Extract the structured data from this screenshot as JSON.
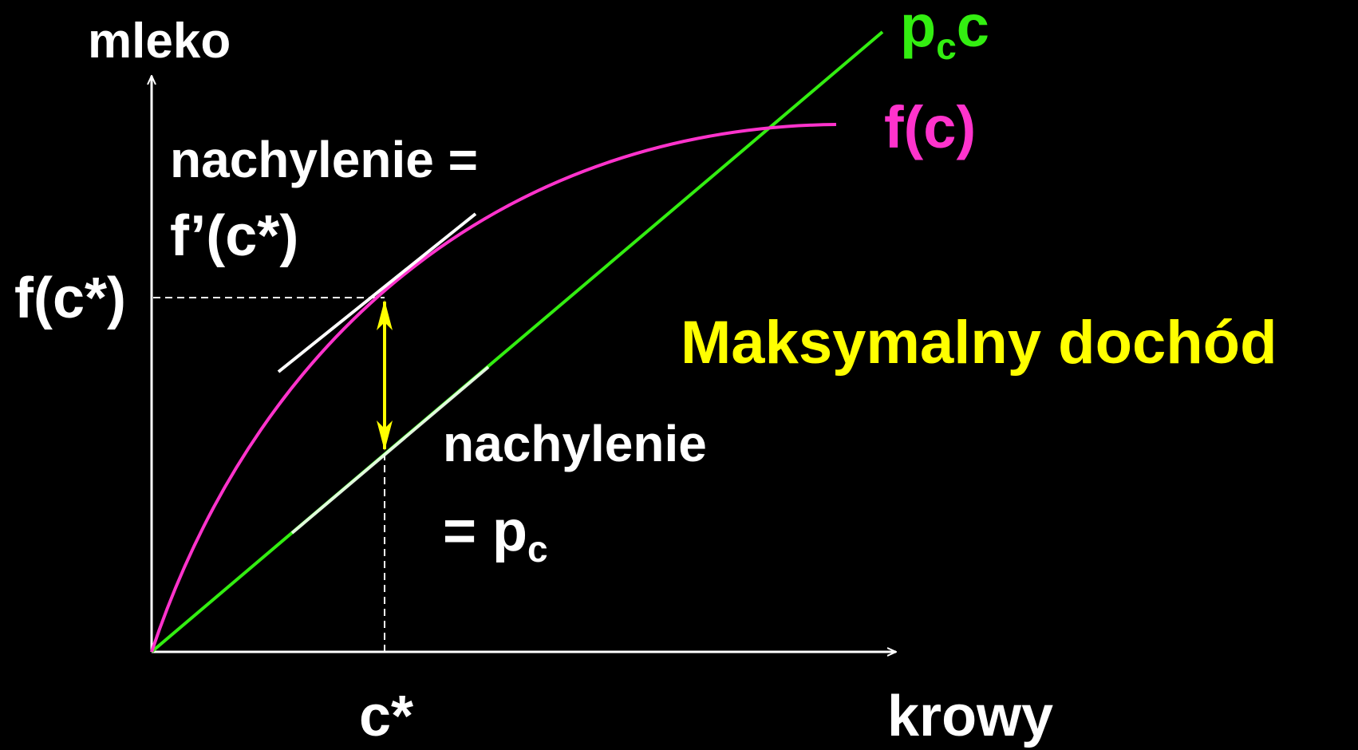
{
  "colors": {
    "background": "#000000",
    "axes": "#ffffff",
    "curve_f": "#ff33cc",
    "line_pc": "#33ee11",
    "revenue_arrow": "#ffff00",
    "tangent": "#ffffff",
    "text": "#ffffff",
    "highlight_text": "#ffff00"
  },
  "axes": {
    "y_label": "mleko",
    "x_label": "krowy"
  },
  "curve_f": {
    "label": "f(c)"
  },
  "line_pc": {
    "label_base": "p",
    "label_sub": "c",
    "label_tail": "c"
  },
  "point": {
    "x_label": "c*",
    "y_label": "f(c*)"
  },
  "tangent_note": {
    "line1": "nachylenie =",
    "line2": "f’(c*)"
  },
  "line_note": {
    "line1": "nachylenie",
    "line2_prefix": "= p",
    "line2_sub": "c"
  },
  "max_revenue": {
    "label": "Maksymalny dochód"
  }
}
